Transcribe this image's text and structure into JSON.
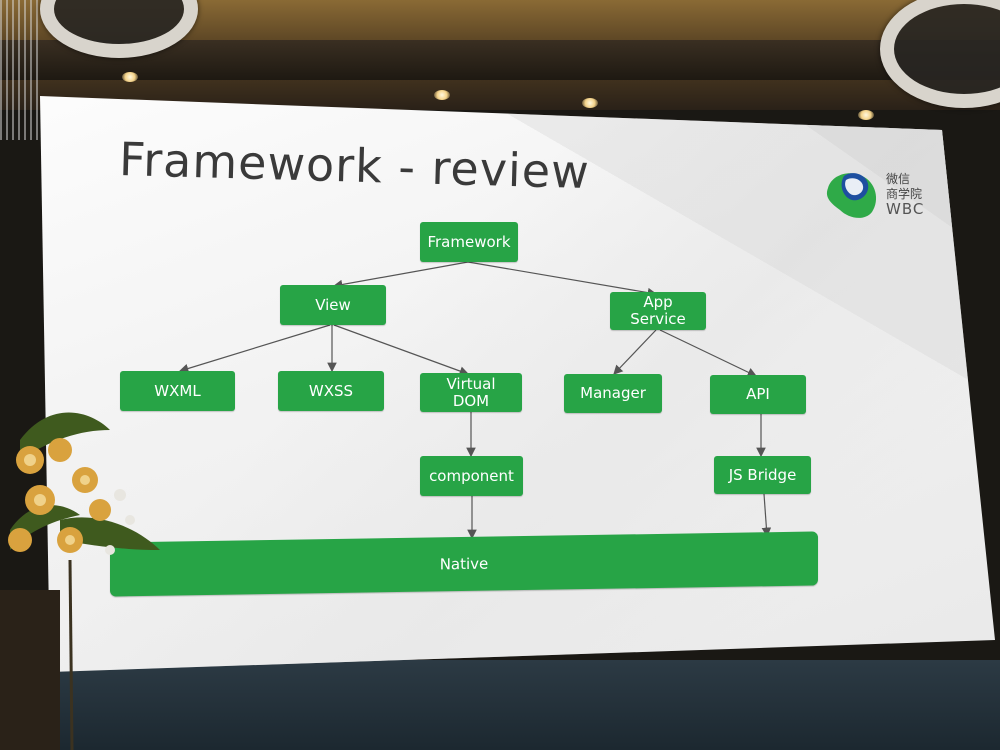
{
  "slide": {
    "title": "Framework - review",
    "logo": {
      "line1": "微信",
      "line2": "商学院",
      "line3": "WBC",
      "colors": {
        "green": "#2faa48",
        "blue": "#1e4fa0"
      }
    }
  },
  "diagram": {
    "node_color": "#27a446",
    "nodes": {
      "framework": "Framework",
      "view": "View",
      "app_service": "App\nService",
      "wxml": "WXML",
      "wxss": "WXSS",
      "virtual_dom": "Virtual\nDOM",
      "manager": "Manager",
      "api": "API",
      "component": "component",
      "js_bridge": "JS Bridge",
      "native": "Native"
    },
    "edges": [
      [
        "Framework",
        "View"
      ],
      [
        "Framework",
        "App Service"
      ],
      [
        "View",
        "WXML"
      ],
      [
        "View",
        "WXSS"
      ],
      [
        "View",
        "Virtual DOM"
      ],
      [
        "App Service",
        "Manager"
      ],
      [
        "App Service",
        "API"
      ],
      [
        "Virtual DOM",
        "component"
      ],
      [
        "component",
        "Native"
      ],
      [
        "API",
        "JS Bridge"
      ],
      [
        "JS Bridge",
        "Native"
      ]
    ]
  }
}
